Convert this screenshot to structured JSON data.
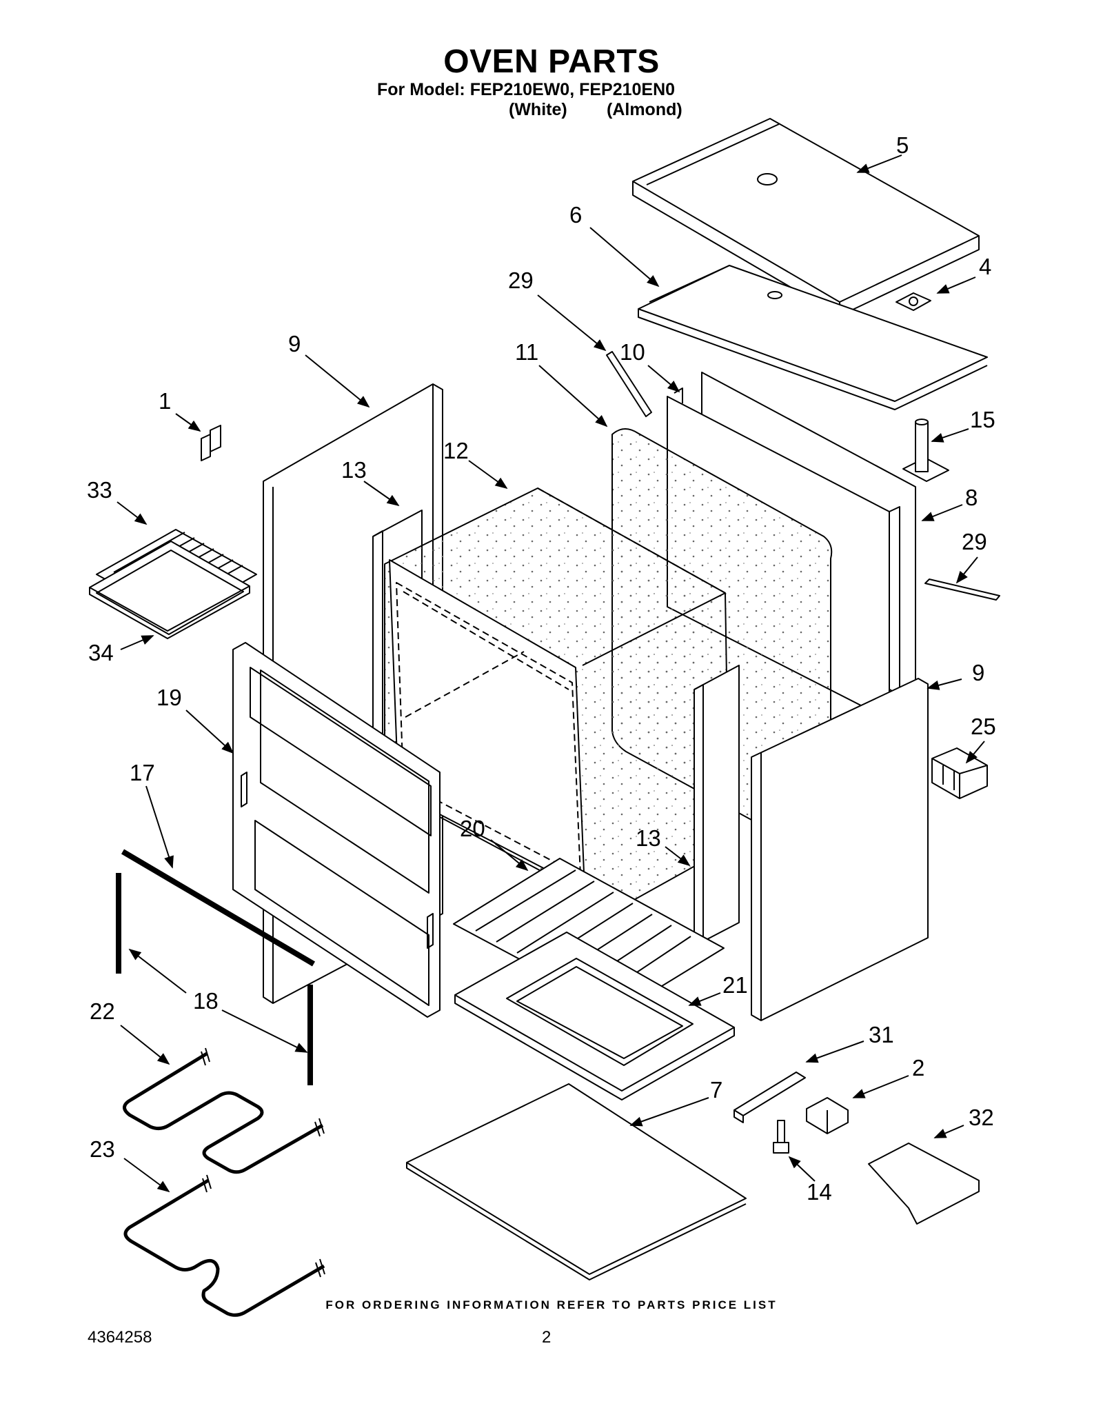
{
  "header": {
    "title": "OVEN PARTS",
    "model_line": "For Model: FEP210EW0, FEP210EN0",
    "color_white": "(White)",
    "color_almond": "(Almond)"
  },
  "diagram": {
    "callouts": [
      {
        "id": "c5",
        "label": "5"
      },
      {
        "id": "c6",
        "label": "6"
      },
      {
        "id": "c4",
        "label": "4"
      },
      {
        "id": "c29a",
        "label": "29"
      },
      {
        "id": "c10",
        "label": "10"
      },
      {
        "id": "c11",
        "label": "11"
      },
      {
        "id": "c9a",
        "label": "9"
      },
      {
        "id": "c1",
        "label": "1"
      },
      {
        "id": "c15",
        "label": "15"
      },
      {
        "id": "c13a",
        "label": "13"
      },
      {
        "id": "c12",
        "label": "12"
      },
      {
        "id": "c33",
        "label": "33"
      },
      {
        "id": "c8",
        "label": "8"
      },
      {
        "id": "c29b",
        "label": "29"
      },
      {
        "id": "c34",
        "label": "34"
      },
      {
        "id": "c9b",
        "label": "9"
      },
      {
        "id": "c19",
        "label": "19"
      },
      {
        "id": "c25",
        "label": "25"
      },
      {
        "id": "c17",
        "label": "17"
      },
      {
        "id": "c20",
        "label": "20"
      },
      {
        "id": "c13b",
        "label": "13"
      },
      {
        "id": "c21",
        "label": "21"
      },
      {
        "id": "c22",
        "label": "22"
      },
      {
        "id": "c18",
        "label": "18"
      },
      {
        "id": "c31",
        "label": "31"
      },
      {
        "id": "c2",
        "label": "2"
      },
      {
        "id": "c7",
        "label": "7"
      },
      {
        "id": "c32",
        "label": "32"
      },
      {
        "id": "c23",
        "label": "23"
      },
      {
        "id": "c14",
        "label": "14"
      }
    ]
  },
  "footer": {
    "ordering_note": "FOR ORDERING INFORMATION REFER TO PARTS PRICE LIST",
    "doc_number": "4364258",
    "page_number": "2"
  }
}
